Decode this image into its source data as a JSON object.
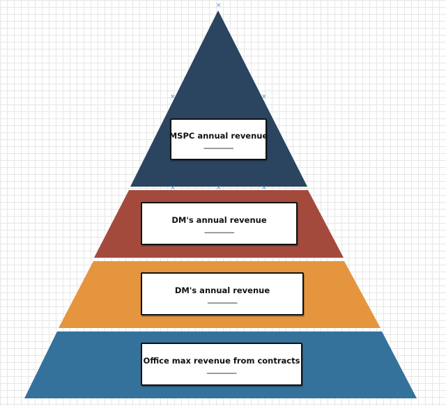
{
  "colors": {
    "tier1": "#2b4560",
    "tier2": "#a44a3c",
    "tier3": "#e4953d",
    "tier4": "#34729b",
    "handle": "#4a90d9"
  },
  "tiers": [
    {
      "id": "tier1",
      "label": "MSPC annual revenue",
      "blank": "________"
    },
    {
      "id": "tier2",
      "label": "DM's annual revenue",
      "blank": "________"
    },
    {
      "id": "tier3",
      "label": "DM's annual revenue",
      "blank": "________"
    },
    {
      "id": "tier4",
      "label": "Office max revenue from contracts",
      "blank": "________"
    }
  ],
  "selection_handle_icon": "x-mark-icon"
}
